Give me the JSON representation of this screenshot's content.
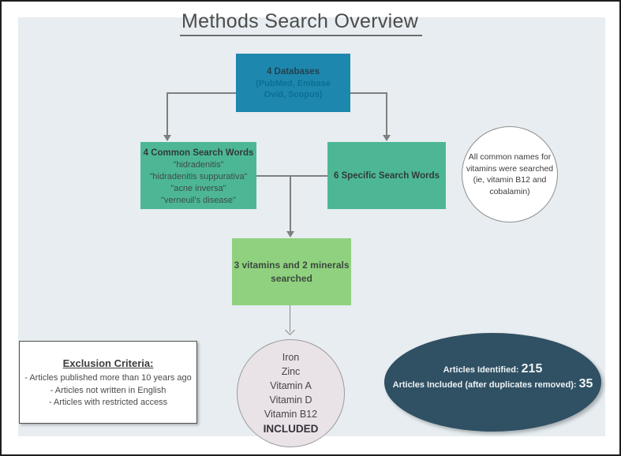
{
  "title": "Methods Search Overview",
  "colors": {
    "panel_bg": "#e7edf0",
    "databases_box": "#1e87ad",
    "search_words_box": "#4db795",
    "vitamins_box": "#90d17f",
    "results_ellipse": "#305064",
    "included_circle": "#e9e3e7",
    "connector": "#7f7f7f"
  },
  "databases_box": {
    "title": "4 Databases",
    "lines": [
      "(PubMed, Embase",
      "Ovid, Scopus)"
    ]
  },
  "common_words_box": {
    "title": "4 Common Search Words",
    "items": [
      "\"hidradenitis\"",
      "\"hidradenitis suppurativa\"",
      "\"acne inversa\"",
      "\"verneuil's disease\""
    ]
  },
  "specific_words_box": {
    "title": "6 Specific Search Words"
  },
  "vitamins_note_circle": {
    "lines": [
      "All common names for",
      "vitamins were searched",
      "(ie, vitamin B12 and",
      "cobalamin)"
    ]
  },
  "vitamins_box": {
    "lines": [
      "3 vitamins and 2 minerals",
      "searched"
    ]
  },
  "included_circle": {
    "items": [
      "Iron",
      "Zinc",
      "Vitamin A",
      "Vitamin D",
      "Vitamin B12"
    ],
    "emphasis": "INCLUDED"
  },
  "exclusion_box": {
    "title": "Exclusion Criteria:",
    "items": [
      "- Articles published more than 10 years ago",
      "- Articles not written in English",
      "- Articles with restricted access"
    ]
  },
  "results_ellipse": {
    "line1_label": "Articles Identified: ",
    "line1_value": "215",
    "line2_label": "Articles Included (after duplicates removed): ",
    "line2_value": "35"
  }
}
